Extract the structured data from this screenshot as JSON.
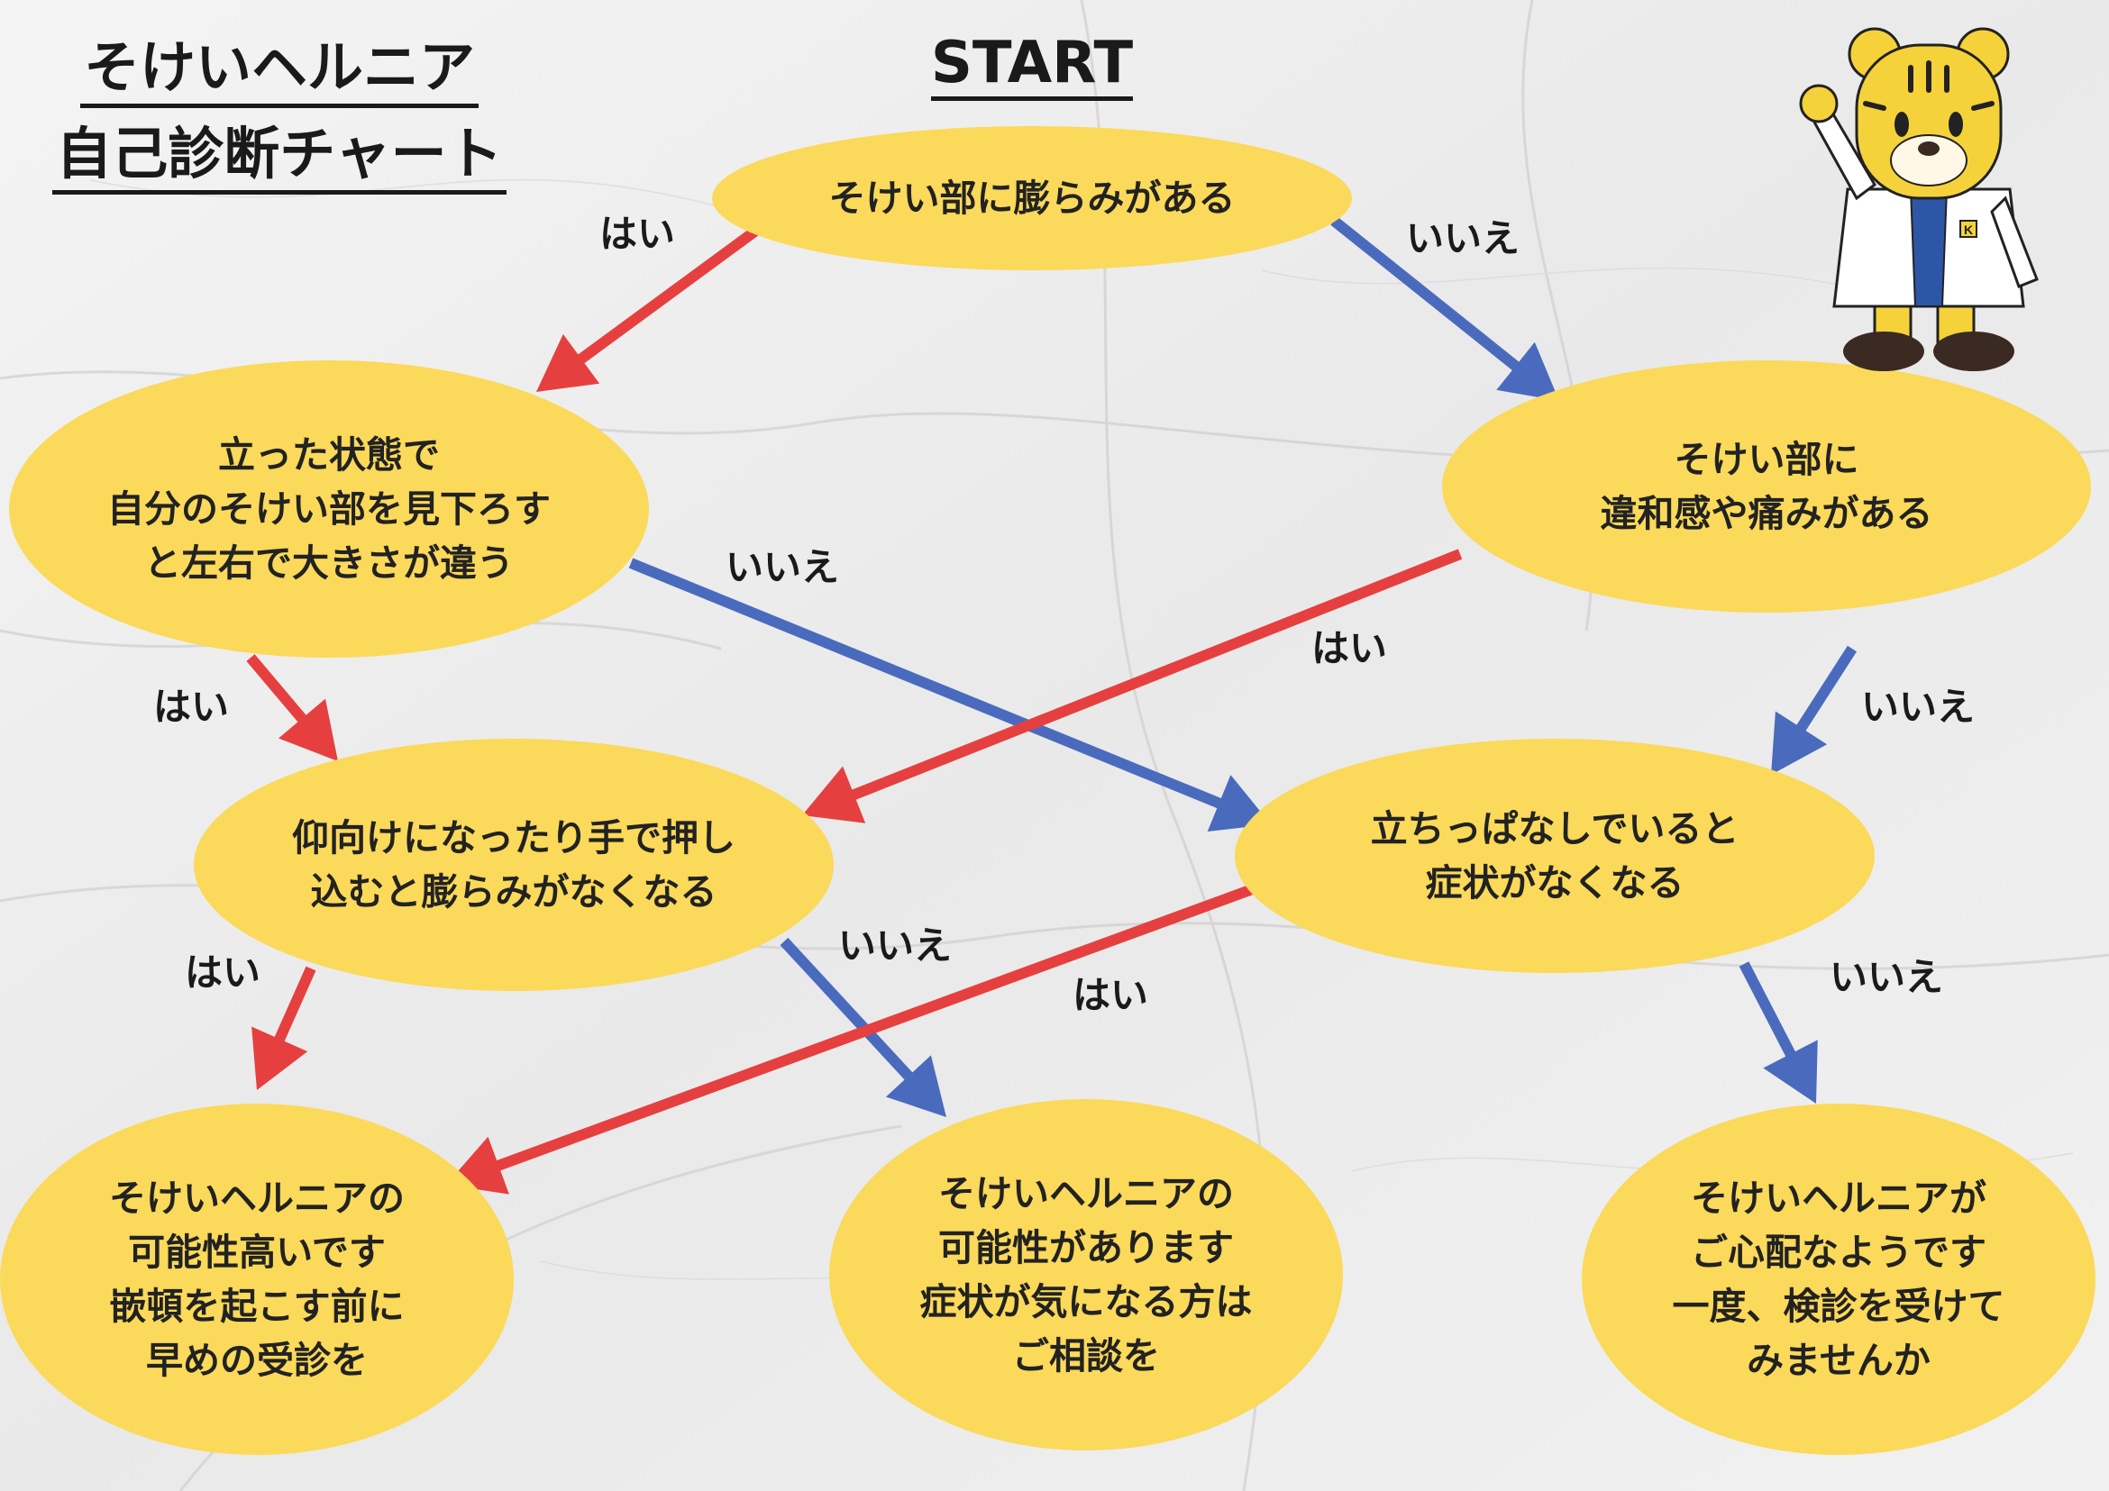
{
  "title": {
    "line1": "そけいヘルニア",
    "line2": "自己診断チャート"
  },
  "start_label": "START",
  "nodes": {
    "q1": "そけい部に膨らみがある",
    "q2": "立った状態で\n自分のそけい部を見下ろす\nと左右で大きさが違う",
    "q3": "そけい部に\n違和感や痛みがある",
    "q4": "仰向けになったり手で押し\n込むと膨らみがなくなる",
    "q5": "立ちっぱなしでいると\n症状がなくなる",
    "r1": "そけいヘルニアの\n可能性高いです\n嵌頓を起こす前に\n早めの受診を",
    "r2": "そけいヘルニアの\n可能性があります\n症状が気になる方は\nご相談を",
    "r3": "そけいヘルニアが\nご心配なようです\n一度、検診を受けて\nみませんか"
  },
  "edge_labels": {
    "q1_yes": "はい",
    "q1_no": "いいえ",
    "q2_no": "いいえ",
    "q3_yes": "はい",
    "q2_yes": "はい",
    "q3_no": "いいえ",
    "q4_yes": "はい",
    "q4_no": "いいえ",
    "q5_yes": "はい",
    "q5_no": "いいえ"
  },
  "colors": {
    "yes_arrow": "#e5403f",
    "no_arrow": "#4a6bbd",
    "node_fill": "#fbd95a"
  },
  "mascot": {
    "badge_letter": "K"
  }
}
